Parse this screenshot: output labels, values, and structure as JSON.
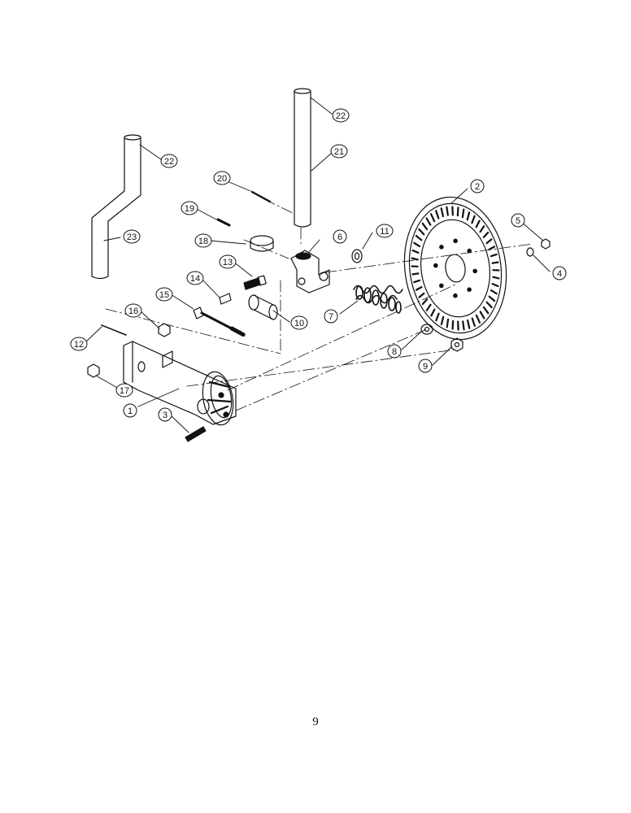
{
  "page": {
    "number": "9"
  },
  "callouts": [
    {
      "id": "callout-1",
      "label": "1"
    },
    {
      "id": "callout-2",
      "label": "2"
    },
    {
      "id": "callout-3",
      "label": "3"
    },
    {
      "id": "callout-4",
      "label": "4"
    },
    {
      "id": "callout-5",
      "label": "5"
    },
    {
      "id": "callout-6",
      "label": "6"
    },
    {
      "id": "callout-7",
      "label": "7"
    },
    {
      "id": "callout-8",
      "label": "8"
    },
    {
      "id": "callout-9",
      "label": "9"
    },
    {
      "id": "callout-10",
      "label": "10"
    },
    {
      "id": "callout-11",
      "label": "11"
    },
    {
      "id": "callout-12",
      "label": "12"
    },
    {
      "id": "callout-13",
      "label": "13"
    },
    {
      "id": "callout-14",
      "label": "14"
    },
    {
      "id": "callout-15",
      "label": "15"
    },
    {
      "id": "callout-16",
      "label": "16"
    },
    {
      "id": "callout-17",
      "label": "17"
    },
    {
      "id": "callout-18",
      "label": "18"
    },
    {
      "id": "callout-19",
      "label": "19"
    },
    {
      "id": "callout-20",
      "label": "20"
    },
    {
      "id": "callout-21",
      "label": "21"
    },
    {
      "id": "callout-22a",
      "label": "22"
    },
    {
      "id": "callout-22b",
      "label": "22"
    },
    {
      "id": "callout-23",
      "label": "23"
    }
  ]
}
